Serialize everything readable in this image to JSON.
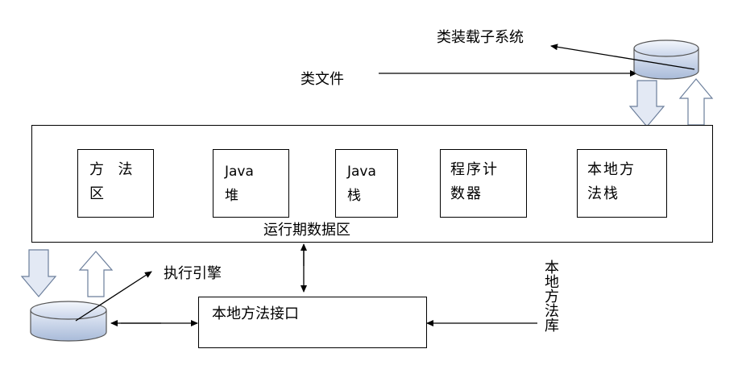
{
  "labels": {
    "class_loader": "类装载子系统",
    "class_file": "类文件",
    "runtime_area": "运行期数据区",
    "exec_engine": "执行引擎",
    "native_interface": "本地方法接口",
    "native_library": "本地方法库"
  },
  "regions": {
    "method_area": "方  法\n区",
    "java_heap": "Java\n堆",
    "java_stack": "Java\n栈",
    "pc_counter": "程序计\n数器",
    "native_stack": "本地方\n法栈"
  }
}
